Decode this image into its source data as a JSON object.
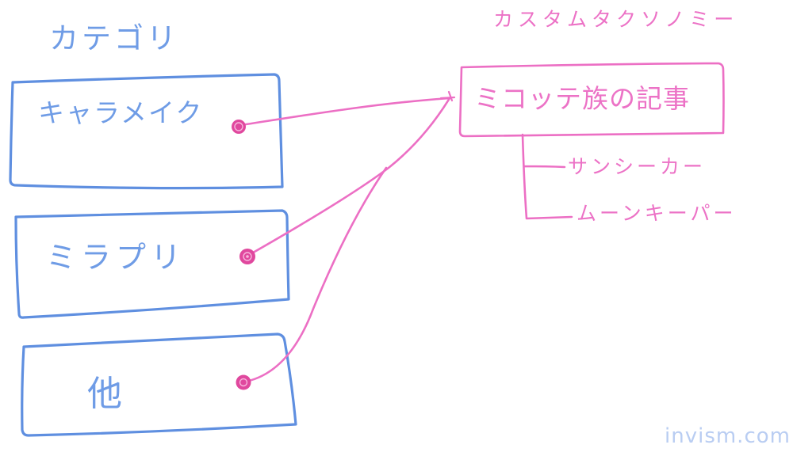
{
  "diagram": {
    "category_header": "カテゴリ",
    "taxonomy_header": "カスタムタクソノミー",
    "categories": [
      {
        "label": "キャラメイク"
      },
      {
        "label": "ミラプリ"
      },
      {
        "label": "他"
      }
    ],
    "taxonomy_term": "ミコッテ族の記事",
    "child_terms": [
      {
        "label": "サンシーカー"
      },
      {
        "label": "ムーンキーパー"
      }
    ]
  },
  "watermark": "invism.com",
  "colors": {
    "category_stroke": "#5f8fe0",
    "taxonomy_stroke": "#ec6fc4",
    "node_fill": "#e0489e"
  }
}
